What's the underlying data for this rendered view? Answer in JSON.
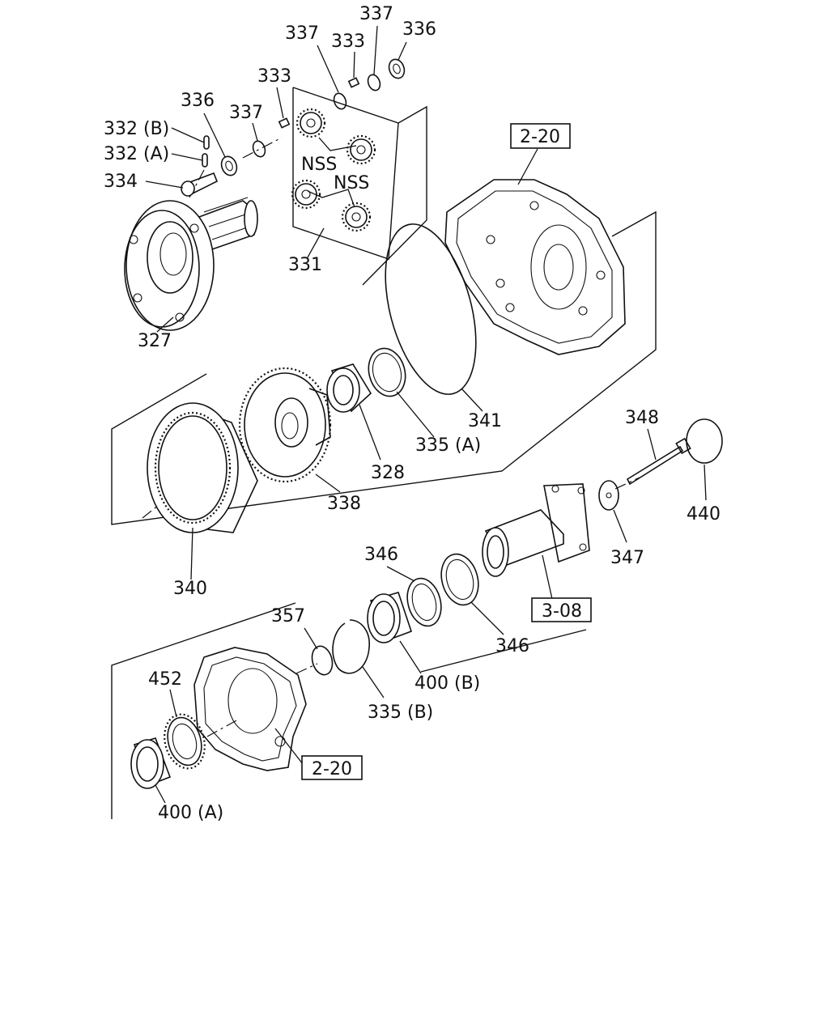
{
  "labels": {
    "p337_top": "337",
    "p336_top": "336",
    "p337_a": "337",
    "p333_a": "333",
    "p333_b": "333",
    "p336_left": "336",
    "p337_left": "337",
    "p332b": "332 (B)",
    "p332a": "332 (A)",
    "p334": "334",
    "nss_1": "NSS",
    "nss_2": "NSS",
    "p331": "331",
    "p327": "327",
    "p341": "341",
    "p335a": "335 (A)",
    "p328": "328",
    "p338": "338",
    "p340": "340",
    "p348": "348",
    "p440": "440",
    "p347": "347",
    "p346_a": "346",
    "p346_b": "346",
    "p357": "357",
    "p400b": "400 (B)",
    "p335b": "335 (B)",
    "p452": "452",
    "p400a": "400 (A)"
  },
  "refs": {
    "ref_220_top": "2-20",
    "ref_308": "3-08",
    "ref_220_bottom": "2-20"
  }
}
